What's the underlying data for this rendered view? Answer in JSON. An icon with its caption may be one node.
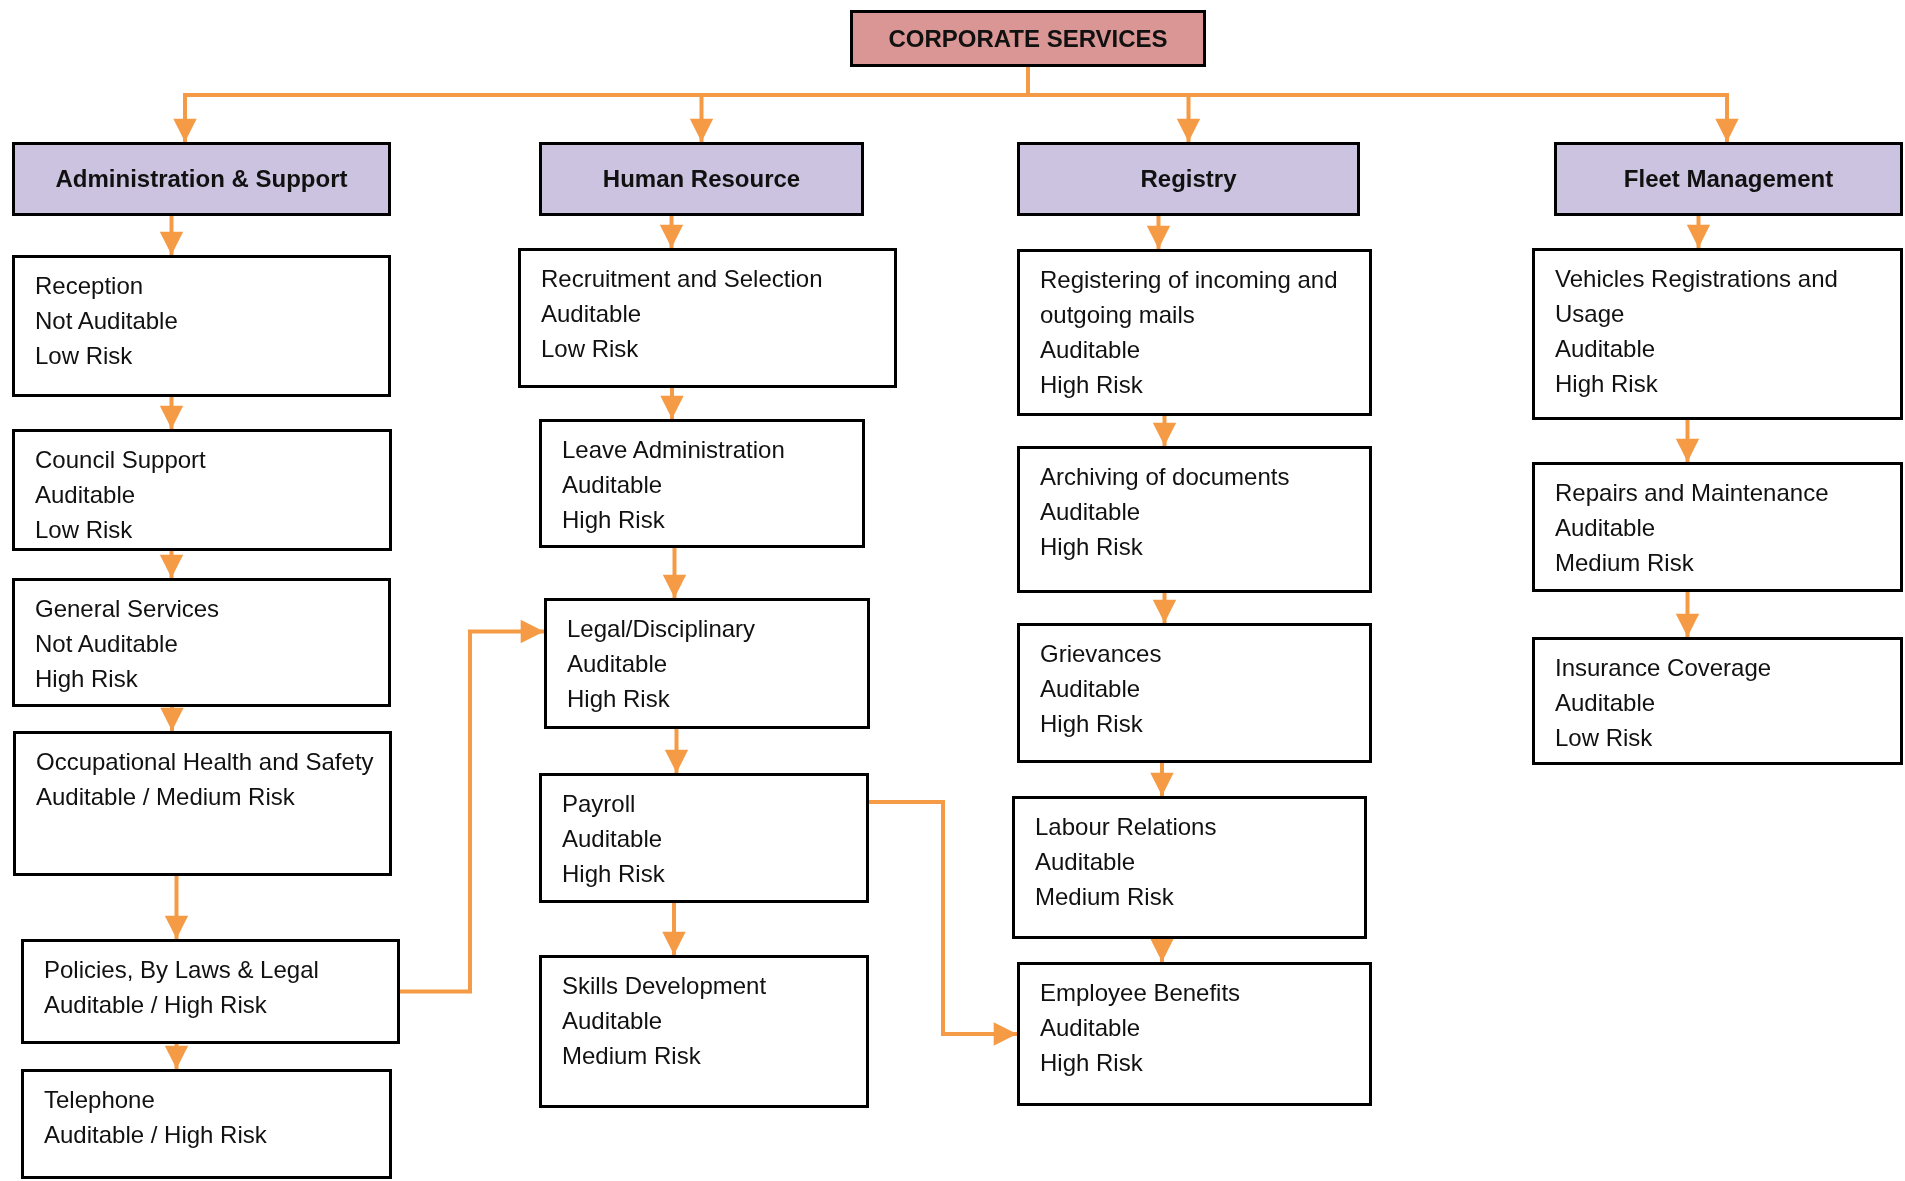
{
  "diagram": {
    "nodes": [
      {
        "text": [
          "CORPORATE SERVICES"
        ]
      },
      {
        "text": [
          "Administration & Support"
        ]
      },
      {
        "text": [
          "Human Resource"
        ]
      },
      {
        "text": [
          "Registry"
        ]
      },
      {
        "text": [
          "Fleet Management"
        ]
      },
      {
        "text": [
          "Reception",
          "Not Auditable",
          "Low Risk"
        ]
      },
      {
        "text": [
          "Council Support",
          "Auditable",
          "Low Risk"
        ]
      },
      {
        "text": [
          "General Services",
          "Not Auditable",
          "High Risk"
        ]
      },
      {
        "text": [
          "Occupational Health and Safety",
          "Auditable / Medium Risk"
        ]
      },
      {
        "text": [
          "Policies, By Laws & Legal",
          "Auditable / High Risk"
        ]
      },
      {
        "text": [
          "Telephone",
          "Auditable / High Risk"
        ]
      },
      {
        "text": [
          "Recruitment and Selection",
          "Auditable",
          "Low Risk"
        ]
      },
      {
        "text": [
          "Leave Administration",
          "Auditable",
          "High Risk"
        ]
      },
      {
        "text": [
          "Legal/Disciplinary",
          "Auditable",
          "High Risk"
        ]
      },
      {
        "text": [
          "Payroll",
          "Auditable",
          "High Risk"
        ]
      },
      {
        "text": [
          "Skills Development",
          "Auditable",
          "Medium Risk"
        ]
      },
      {
        "text": [
          "Registering of incoming and outgoing mails",
          "Auditable",
          "High Risk"
        ]
      },
      {
        "text": [
          "Archiving of documents",
          "Auditable",
          "High Risk"
        ]
      },
      {
        "text": [
          "Grievances",
          "Auditable",
          "High Risk"
        ]
      },
      {
        "text": [
          "Labour Relations",
          "Auditable",
          "Medium Risk"
        ]
      },
      {
        "text": [
          "Employee Benefits",
          "Auditable",
          "High Risk"
        ]
      },
      {
        "text": [
          "Vehicles Registrations and Usage",
          "Auditable",
          "High Risk"
        ]
      },
      {
        "text": [
          "Repairs and Maintenance",
          "Auditable",
          "Medium Risk"
        ]
      },
      {
        "text": [
          "Insurance Coverage",
          "Auditable",
          "Low Risk"
        ]
      }
    ],
    "edges": [
      {
        "from": 0,
        "to": 1,
        "arrow": "to"
      },
      {
        "from": 0,
        "to": 2,
        "arrow": "to"
      },
      {
        "from": 0,
        "to": 3,
        "arrow": "to"
      },
      {
        "from": 0,
        "to": 4,
        "arrow": "to"
      },
      {
        "from": 1,
        "to": 5,
        "arrow": "to"
      },
      {
        "from": 5,
        "to": 6,
        "arrow": "to"
      },
      {
        "from": 6,
        "to": 7,
        "arrow": "to"
      },
      {
        "from": 7,
        "to": 8,
        "arrow": "to"
      },
      {
        "from": 8,
        "to": 9,
        "arrow": "to"
      },
      {
        "from": 9,
        "to": 10,
        "arrow": "to"
      },
      {
        "from": 2,
        "to": 11,
        "arrow": "to"
      },
      {
        "from": 11,
        "to": 12,
        "arrow": "to"
      },
      {
        "from": 12,
        "to": 13,
        "arrow": "to"
      },
      {
        "from": 13,
        "to": 14,
        "arrow": "to"
      },
      {
        "from": 14,
        "to": 15,
        "arrow": "to"
      },
      {
        "from": 3,
        "to": 16,
        "arrow": "to"
      },
      {
        "from": 16,
        "to": 17,
        "arrow": "to"
      },
      {
        "from": 17,
        "to": 18,
        "arrow": "to"
      },
      {
        "from": 18,
        "to": 19,
        "arrow": "to"
      },
      {
        "from": 19,
        "to": 20,
        "arrow": "to"
      },
      {
        "from": 4,
        "to": 21,
        "arrow": "to"
      },
      {
        "from": 21,
        "to": 22,
        "arrow": "to"
      },
      {
        "from": 22,
        "to": 23,
        "arrow": "to"
      },
      {
        "from": 9,
        "to": 13,
        "arrow": "to"
      },
      {
        "from": 14,
        "to": 20,
        "arrow": "to"
      }
    ]
  }
}
